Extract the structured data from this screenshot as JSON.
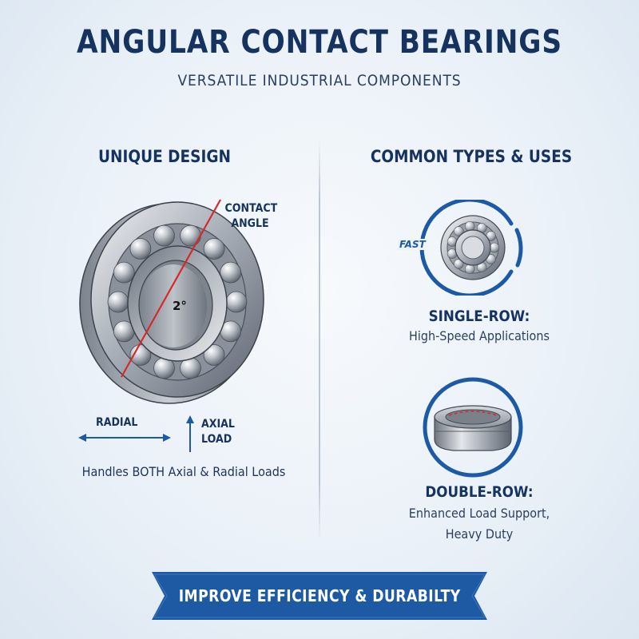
{
  "header": {
    "title": "ANGULAR CONTACT BEARINGS",
    "subtitle": "VERSATILE INDUSTRIAL COMPONENTS"
  },
  "left": {
    "heading": "UNIQUE DESIGN",
    "contact_angle_label_line1": "CONTACT",
    "contact_angle_label_line2": "ANGLE",
    "angle_value": "2°",
    "radial_label": "RADIAL",
    "axial_label_line1": "AXIAL",
    "axial_label_line2": "LOAD",
    "caption": "Handles BOTH Axial & Radial Loads"
  },
  "right": {
    "heading": "COMMON TYPES & USES",
    "types": [
      {
        "badge": "FAST",
        "title": "SINGLE-ROW:",
        "desc_line1": "High-Speed Applications"
      },
      {
        "title": "DOUBLE-ROW:",
        "desc_line1": "Enhanced Load Support,",
        "desc_line2": "Heavy Duty"
      }
    ]
  },
  "banner": {
    "text": "IMPROVE EFFICIENCY & DURABILTY"
  },
  "colors": {
    "navy": "#15335e",
    "accent_blue": "#1c5aa6",
    "contact_line_red": "#d42a2a",
    "banner_blue": "#1d5aa3"
  },
  "icons": {
    "bearing": "angular-contact-bearing-illustration",
    "single_row": "single-row-bearing-icon",
    "double_row": "double-row-bearing-icon",
    "radial_arrow": "double-headed-horizontal-arrow",
    "axial_arrow": "upward-arrow"
  }
}
